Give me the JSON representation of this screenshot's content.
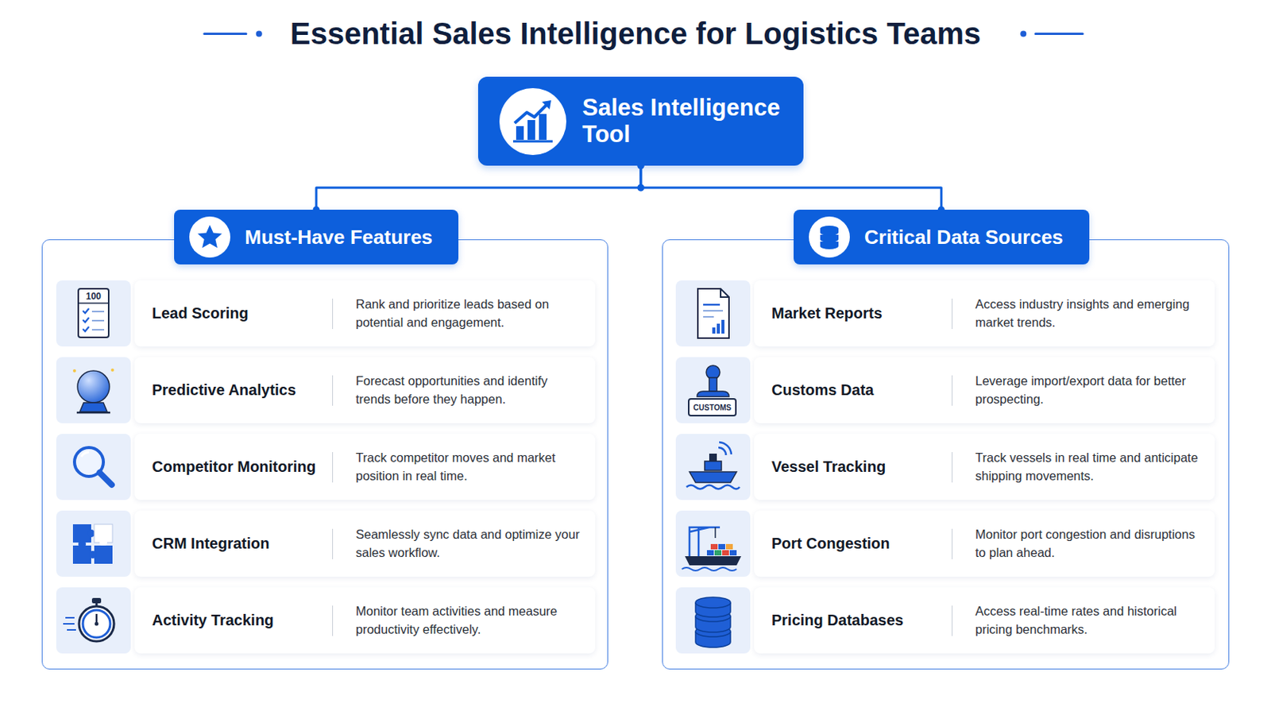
{
  "diagram": {
    "title": "Essential Sales Intelligence for Logistics Teams",
    "nodes": [
      {
        "text": [
          "Sales Intelligence Tool"
        ]
      },
      {
        "text": [
          "Must-Have Features"
        ]
      },
      {
        "text": [
          "Lead Scoring",
          "Rank and prioritize leads based on potential and engagement."
        ],
        "in": 1
      },
      {
        "text": [
          "Predictive Analytics",
          "Forecast opportunities and identify trends before they happen."
        ],
        "in": 1
      },
      {
        "text": [
          "Competitor Monitoring",
          "Track competitor moves and market position in real time."
        ],
        "in": 1
      },
      {
        "text": [
          "CRM Integration",
          "Seamlessly sync data and optimize your sales workflow."
        ],
        "in": 1
      },
      {
        "text": [
          "Activity Tracking",
          "Monitor team activities and measure productivity effectively."
        ],
        "in": 1
      },
      {
        "text": [
          "Critical Data Sources"
        ]
      },
      {
        "text": [
          "Market Reports",
          "Access industry insights and emerging market trends."
        ],
        "in": 7
      },
      {
        "text": [
          "Customs Data",
          "Leverage import/export data for better prospecting."
        ],
        "in": 7
      },
      {
        "text": [
          "Vessel Tracking",
          "Track vessels in real time and anticipate shipping movements."
        ],
        "in": 7
      },
      {
        "text": [
          "Port Congestion",
          "Monitor port congestion and disruptions to plan ahead."
        ],
        "in": 7
      },
      {
        "text": [
          "Pricing Databases",
          "Access real-time rates and historical pricing benchmarks."
        ],
        "in": 7
      }
    ],
    "edges": [
      {
        "from": 0,
        "to": 1,
        "arrow": "none"
      },
      {
        "from": 0,
        "to": 7,
        "arrow": "none"
      }
    ],
    "labels": [
      "100",
      "CUSTOMS"
    ]
  }
}
